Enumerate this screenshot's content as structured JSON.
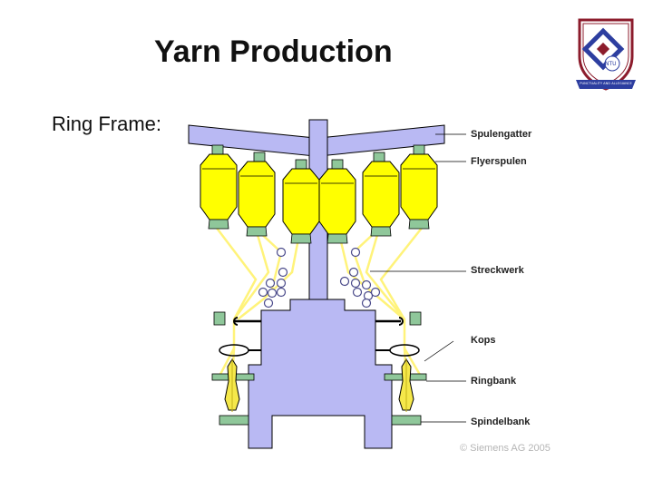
{
  "slide": {
    "title": "Yarn Production",
    "subtitle": "Ring Frame:"
  },
  "diagram": {
    "labels": {
      "creel": "Spulengatter",
      "flyer_bobbins": "Flyerspulen",
      "drafting_system": "Streckwerk",
      "cops": "Kops",
      "ring_rail": "Ringbank",
      "spindle_rail": "Spindelbank"
    },
    "copyright": "© Siemens AG 2005"
  },
  "logo": {
    "badge_text": "NTU",
    "ribbon_text": "PUNCTUALITY AND ALLEGIANCE"
  },
  "colors": {
    "machine_frame": "#b9b9f3",
    "frame_stroke": "#000000",
    "bobbin_yellow": "#ffff00",
    "cop_yellow": "#f5e84a",
    "yarn_line": "#fff37a",
    "rail_green": "#8fc79a",
    "roller_gray": "#7a7ab5",
    "logo_maroon": "#8c1c2c",
    "logo_blue": "#2d3ea0"
  }
}
